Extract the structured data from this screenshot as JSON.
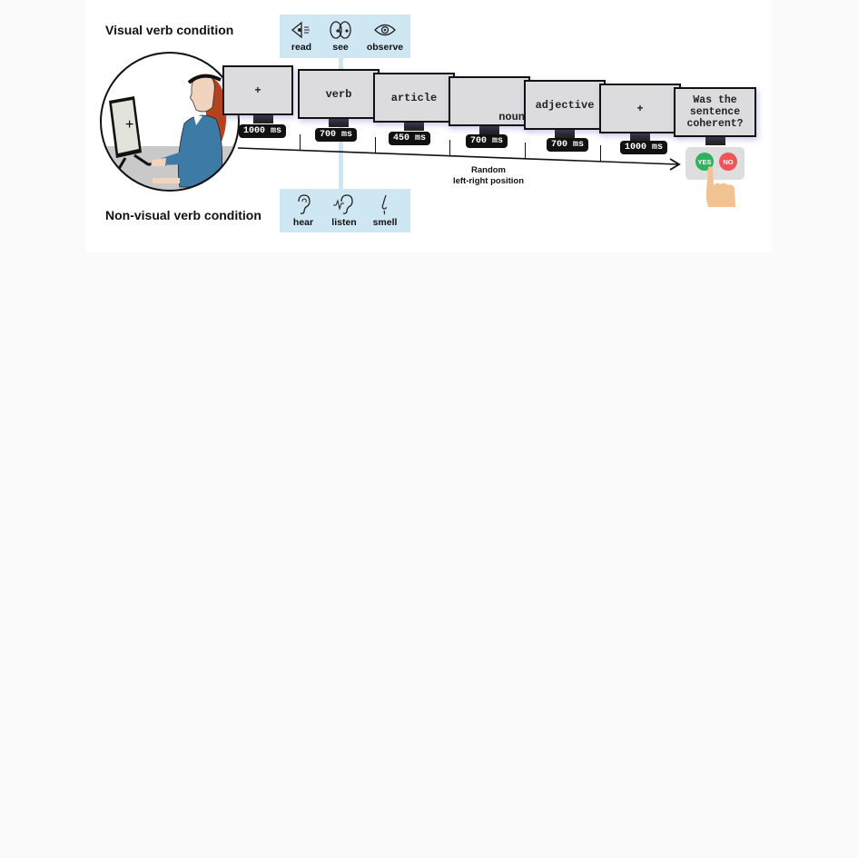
{
  "conditions": {
    "visual": "Visual verb condition",
    "nonvisual": "Non-visual verb condition"
  },
  "visual_verbs": [
    {
      "label": "read",
      "icon": "eye-profile-icon"
    },
    {
      "label": "see",
      "icon": "eyes-icon"
    },
    {
      "label": "observe",
      "icon": "eye-icon"
    }
  ],
  "nonvisual_verbs": [
    {
      "label": "hear",
      "icon": "ear-icon"
    },
    {
      "label": "listen",
      "icon": "ear-sound-icon"
    },
    {
      "label": "smell",
      "icon": "nose-icon"
    }
  ],
  "screens": [
    {
      "text": "+",
      "duration": "1000 ms"
    },
    {
      "text": "verb",
      "duration": "700 ms"
    },
    {
      "text": "article",
      "duration": "450 ms"
    },
    {
      "text": "noun",
      "duration": "700 ms"
    },
    {
      "text": "adjective",
      "duration": "700 ms"
    },
    {
      "text": "+",
      "duration": "1000 ms"
    },
    {
      "text": "Was the sentence coherent?"
    }
  ],
  "participant_screen": "+",
  "response": {
    "yes": "YES",
    "no": "NO",
    "yes_color": "#2db35d",
    "no_color": "#f0545a"
  },
  "position_note": {
    "line1": "Random",
    "line2": "left-right position"
  },
  "colors": {
    "blue_box": "#cfe6f3"
  }
}
